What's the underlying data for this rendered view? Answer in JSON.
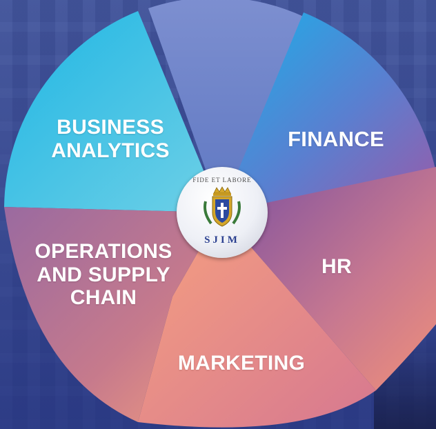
{
  "segments": [
    {
      "id": "business-analytics",
      "label": "BUSINESS ANALYTICS",
      "line1": "BUSINESS",
      "line2": "ANALYTICS"
    },
    {
      "id": "finance",
      "label": "FINANCE"
    },
    {
      "id": "hr",
      "label": "HR"
    },
    {
      "id": "marketing",
      "label": "MARKETING"
    },
    {
      "id": "operations",
      "label": "OPERATIONS AND SUPPLY CHAIN",
      "line1": "OPERATIONS",
      "line2": "AND SUPPLY",
      "line3": "CHAIN"
    }
  ],
  "logo": {
    "motto": "FIDE ET LABORE",
    "name": "SJIM"
  },
  "colors": {
    "background": "#3b4a8f",
    "cyan": "#29b8e0",
    "slate_blue": "#6f86c6",
    "purple": "#8a4f9e",
    "salmon": "#f08a78",
    "mauve": "#a86a8e",
    "logo_blue": "#2a3f8f"
  }
}
